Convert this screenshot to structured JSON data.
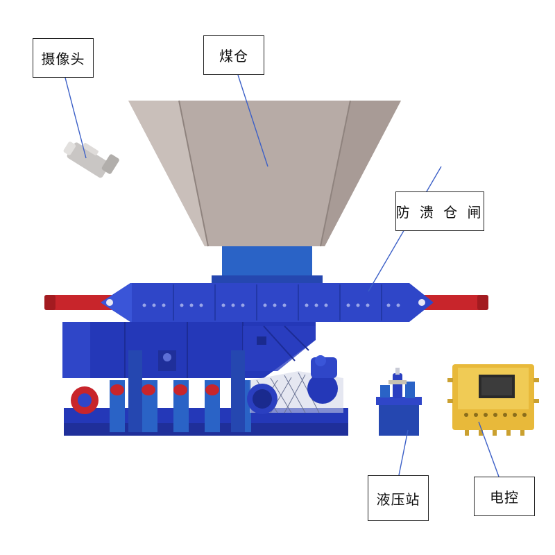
{
  "labels": {
    "camera": "摄像头",
    "coal_bin": "煤仓",
    "anti_burst_gate": "防 溃 仓 闸",
    "hydraulic_station": "液压站",
    "electric_control": "电控"
  },
  "colors": {
    "hopper": "#b7aba6",
    "frame_blue": "#2f46c8",
    "frame_dark_blue": "#1f2f9a",
    "column_blue": "#2a63c6",
    "cylinder_red": "#c8252b",
    "control_box_yellow": "#e8b93a",
    "leader_line": "#3b5fc7"
  }
}
